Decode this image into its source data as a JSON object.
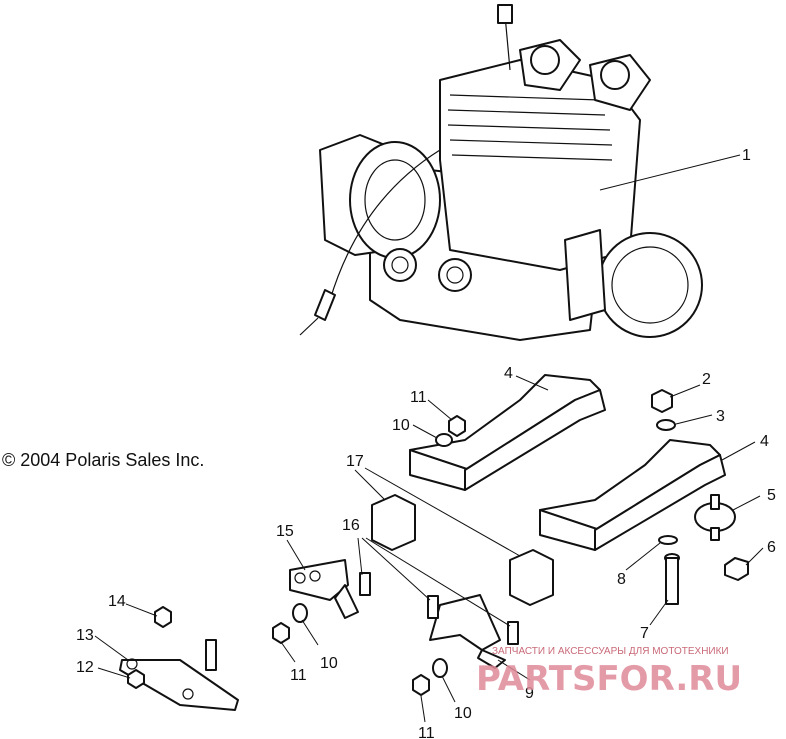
{
  "copyright": "© 2004 Polaris Sales Inc.",
  "callouts": {
    "c1": "1",
    "c2": "2",
    "c3": "3",
    "c4a": "4",
    "c4b": "4",
    "c5": "5",
    "c6": "6",
    "c7": "7",
    "c8": "8",
    "c9": "9",
    "c10a": "10",
    "c10b": "10",
    "c10c": "10",
    "c11a": "11",
    "c11b": "11",
    "c11c": "11",
    "c12": "12",
    "c13": "13",
    "c14": "14",
    "c15": "15",
    "c16": "16",
    "c17": "17"
  },
  "watermark": {
    "tagline": "ЗАПЧАСТИ И АКСЕССУАРЫ ДЛЯ МОТОТЕХНИКИ",
    "brand": "PARTSFOR.RU"
  }
}
